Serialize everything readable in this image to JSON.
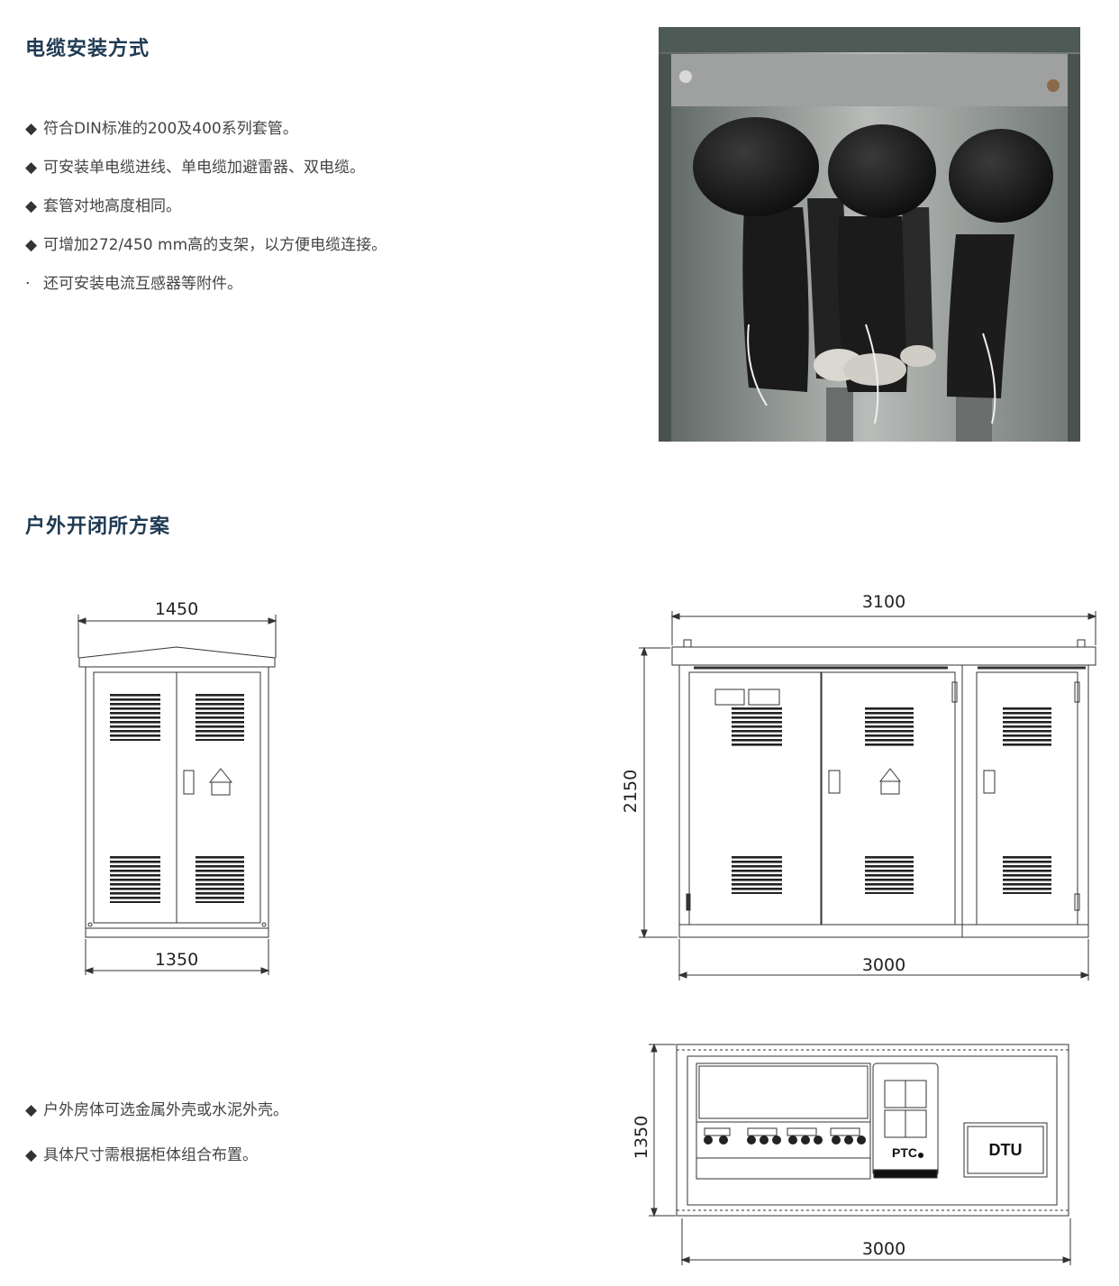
{
  "section1": {
    "title": "电缆安装方式",
    "bullets": [
      {
        "mark": "◆",
        "text": "符合DIN标准的200及400系列套管。"
      },
      {
        "mark": "◆",
        "text": "可安装单电缆进线、单电缆加避雷器、双电缆。"
      },
      {
        "mark": "◆",
        "text": "套管对地高度相同。"
      },
      {
        "mark": "◆",
        "text": "可增加272/450 mm高的支架，以方便电缆连接。"
      },
      {
        "mark": "·",
        "text": "还可安装电流互感器等附件。"
      }
    ]
  },
  "section2": {
    "title": "户外开闭所方案",
    "bullets": [
      {
        "mark": "◆",
        "text": "户外房体可选金属外壳或水泥外壳。"
      },
      {
        "mark": "◆",
        "text": "具体尺寸需根据柜体组合布置。"
      }
    ]
  },
  "drawings": {
    "side_view": {
      "top_width": "1450",
      "bottom_width": "1350"
    },
    "front_view": {
      "top_width": "3100",
      "height": "2150",
      "bottom_width": "3000"
    },
    "plan_view": {
      "depth": "1350",
      "width": "3000",
      "label_ptc": "PTC",
      "label_dtu": "DTU"
    }
  }
}
